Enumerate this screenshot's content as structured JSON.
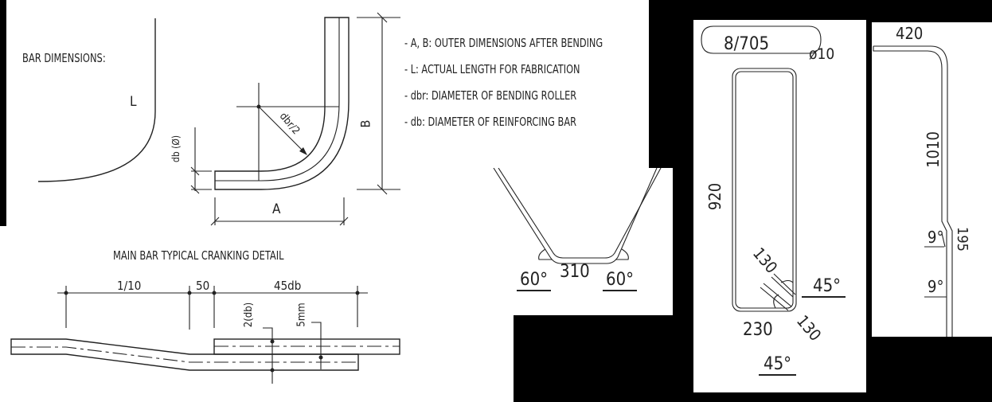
{
  "bar_dimensions": {
    "title": "BAR DIMENSIONS:",
    "label_L": "L",
    "label_A": "A",
    "label_B": "B",
    "label_db": "db (Ø)",
    "label_dbr": "dbr/2",
    "notes": [
      "- A, B: OUTER DIMENSIONS AFTER BENDING",
      "- L: ACTUAL LENGTH FOR FABRICATION",
      "- dbr: DIAMETER OF BENDING ROLLER",
      "- db: DIAMETER OF REINFORCING BAR"
    ]
  },
  "cranking_detail": {
    "title": "MAIN BAR TYPICAL CRANKING DETAIL",
    "dim_1": "1/10",
    "dim_2": "50",
    "dim_3": "45db",
    "label_2db": "2(db)",
    "label_5mm": "5mm"
  },
  "v_bar": {
    "angle_left": "60°",
    "angle_right": "60°",
    "length": "310"
  },
  "stirrup": {
    "mark": "8/705",
    "diameter": "ø10",
    "height": "920",
    "width": "230",
    "hook_1": "130",
    "hook_2": "130",
    "angle_1": "45°",
    "angle_2": "45°"
  },
  "cranked_bar": {
    "top_length": "420",
    "main_length": "1010",
    "crank_length": "195",
    "angle_1": "9°",
    "angle_2": "9°"
  }
}
